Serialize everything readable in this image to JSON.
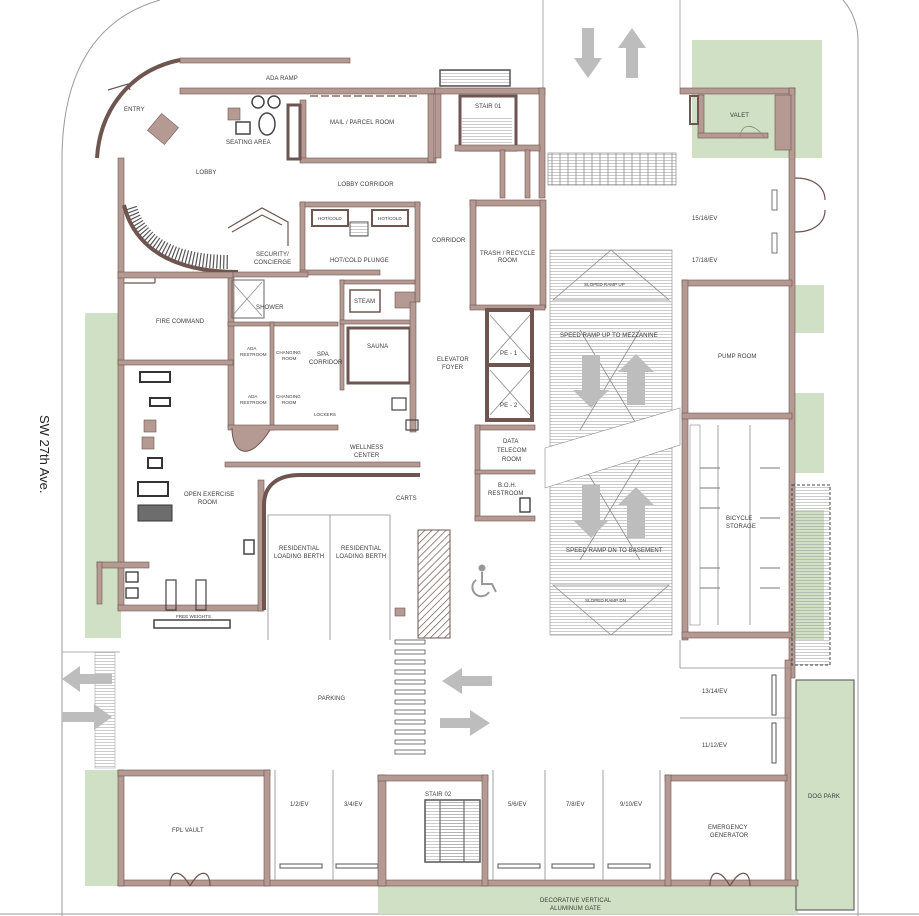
{
  "street": "SW 27th Ave.",
  "rooms": {
    "ada_ramp": "ADA RAMP",
    "entry": "ENTRY",
    "seating_area": "SEATING AREA",
    "mail": "MAIL / PARCEL ROOM",
    "stair_01": "STAIR 01",
    "valet": "VALET",
    "lobby": "LOBBY",
    "lobby_corridor": "LOBBY CORRIDOR",
    "security_l1": "SECURITY/",
    "security_l2": "CONCIERGE",
    "hotcold_l": "HOT/COLD",
    "hotcold_r": "HOT/COLD",
    "hotcold_plunge": "HOT/COLD PLUNGE",
    "corridor": "CORRIDOR",
    "trash_l1": "TRASH / RECYCLE",
    "trash_l2": "ROOM",
    "ev_15_16": "15/16/EV",
    "ev_17_18": "17/18/EV",
    "fire_command": "FIRE COMMAND",
    "shower": "SHOWER",
    "steam": "STEAM",
    "sauna": "SAUNA",
    "ada_restroom_1a": "ADA",
    "ada_restroom_1b": "RESTROOM",
    "changing_1a": "CHANGING",
    "changing_1b": "ROOM",
    "spa_corridor_a": "SPA",
    "spa_corridor_b": "CORRIDOR",
    "elevator_foyer_a": "ELEVATOR",
    "elevator_foyer_b": "FOYER",
    "pe1": "PE - 1",
    "pe2": "PE - 2",
    "pump_room": "PUMP ROOM",
    "ada_restroom_2a": "ADA",
    "ada_restroom_2b": "RESTROOM",
    "changing_2a": "CHANGING",
    "changing_2b": "ROOM",
    "lockers": "LOCKERS",
    "wellness_a": "WELLNESS",
    "wellness_b": "CENTER",
    "data_a": "DATA",
    "data_b": "TELECOM",
    "data_c": "ROOM",
    "ramp_up_top": "SLOPED RAMP UP",
    "speed_ramp_up": "SPEED RAMP UP TO MEZZANINE",
    "carts": "CARTS",
    "boh_a": "B.O.H.",
    "boh_b": "RESTROOM",
    "open_ex_a": "OPEN EXERCISE",
    "open_ex_b": "ROOM",
    "bicycle_a": "BICYCLE",
    "bicycle_b": "STORAGE",
    "res_berth_1a": "RESIDENTIAL",
    "res_berth_1b": "LOADING BERTH",
    "res_berth_2a": "RESIDENTIAL",
    "res_berth_2b": "LOADING BERTH",
    "speed_ramp_down": "SPEED RAMP DN TO BASEMENT",
    "ramp_dn_bottom": "SLOPED RAMP DN",
    "free_weights": "FREE WEIGHTS",
    "parking": "PARKING",
    "ev_13_14": "13/14/EV",
    "ev_11_12": "11/12/EV",
    "fpl_vault": "FPL VAULT",
    "ev_1_2": "1/2/EV",
    "ev_3_4": "3/4/EV",
    "stair_02": "STAIR 02",
    "ev_5_6": "5/6/EV",
    "ev_7_8": "7/8/EV",
    "ev_9_10": "9/10/EV",
    "emergency_a": "EMERGENCY",
    "emergency_b": "GENERATOR",
    "dog_park": "DOG PARK",
    "gate_a": "DECORATIVE VERTICAL",
    "gate_b": "ALUMINUM GATE"
  },
  "icons": {
    "accessible": "accessible-icon",
    "arrows": "traffic-arrow-icon"
  },
  "colors": {
    "wall": "#b49a92",
    "landscape": "#cfe0c4",
    "arrow": "#bdbdbd"
  }
}
